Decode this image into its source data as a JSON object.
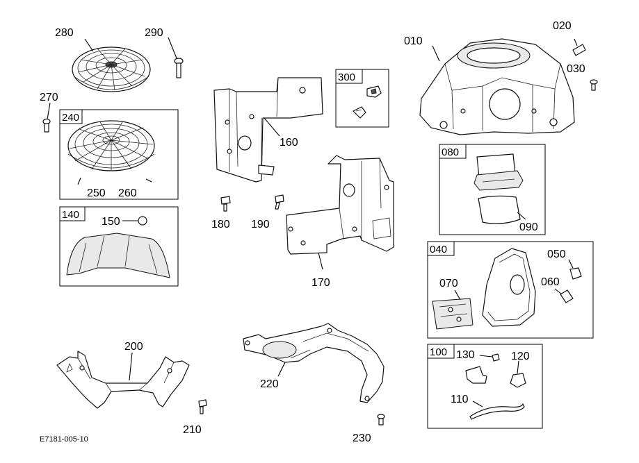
{
  "diagram": {
    "drawing_code": "E7181-005-10",
    "group_boxes": {
      "b240": "240",
      "b140": "140",
      "b300": "300",
      "b080": "080",
      "b040": "040",
      "b100": "100"
    },
    "callouts": {
      "c280": "280",
      "c290": "290",
      "c270": "270",
      "c250": "250",
      "c260": "260",
      "c150": "150",
      "c160": "160",
      "c180": "180",
      "c190": "190",
      "c170": "170",
      "c200": "200",
      "c210": "210",
      "c220": "220",
      "c230": "230",
      "c010": "010",
      "c020": "020",
      "c030": "030",
      "c090": "090",
      "c050": "050",
      "c060": "060",
      "c070": "070",
      "c130": "130",
      "c120": "120",
      "c110": "110"
    }
  }
}
